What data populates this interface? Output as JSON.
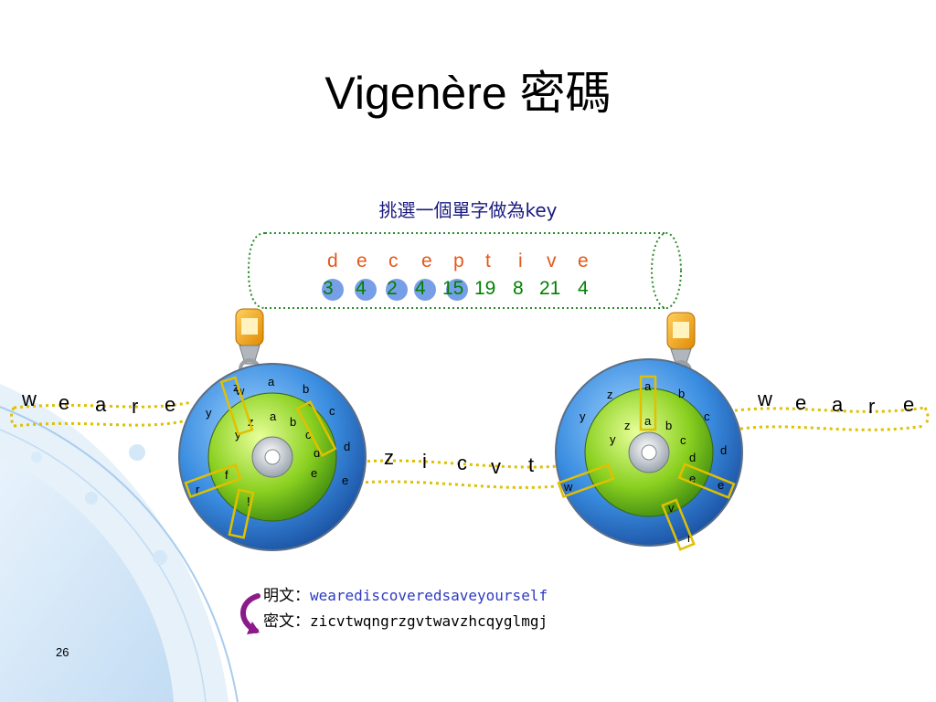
{
  "title": "Vigenère 密碼",
  "subtitle_prefix": "挑選一個單字做為",
  "subtitle_key": "key",
  "key_word_letters": [
    "d",
    "e",
    "c",
    "e",
    "p",
    "t",
    "i",
    "v",
    "e"
  ],
  "key_numbers": [
    "3",
    "4",
    "2",
    "4",
    "15",
    "19",
    "8",
    "21",
    "4"
  ],
  "highlighted_key_count": 5,
  "left_plain_letters": [
    "w",
    "e",
    "a",
    "r",
    "e"
  ],
  "right_plain_letters": [
    "w",
    "e",
    "a",
    "r",
    "e"
  ],
  "cipher_letters": [
    "z",
    "i",
    "c",
    "v",
    "t"
  ],
  "outer_wheel_letters": [
    "a",
    "b",
    "c",
    "d",
    "e"
  ],
  "inner_wheel_letters": [
    "y",
    "z",
    "a",
    "b",
    "c",
    "d",
    "e"
  ],
  "left_wheel_extra_letters": [
    "y",
    "z",
    "w",
    "r",
    "f",
    "!"
  ],
  "right_wheel_extra_letters": [
    "y",
    "z",
    "w",
    "r",
    "v",
    "e"
  ],
  "legend": {
    "plain_label": "明文：",
    "plain_value": "wearediscoveredsaveyourself",
    "cipher_label": "密文：",
    "cipher_value": "zicvtwqngrzgvtwavzhcqyglmgj"
  },
  "page_number": "26",
  "colors": {
    "key_letters": "#e0591c",
    "key_numbers": "#008000",
    "highlight": "#4a7fe0",
    "tube_outline": "#2e8b2e",
    "strip_outline": "#e0c000",
    "arrow": "#8b1a8b",
    "plaintext_value": "#2e3bc0"
  },
  "icons": [
    "disc-wheel-icon",
    "pushpin-icon",
    "curved-arrow-icon"
  ]
}
